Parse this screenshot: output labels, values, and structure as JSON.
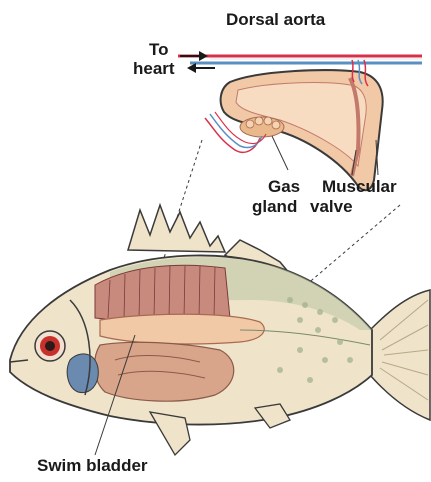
{
  "labels": {
    "dorsal_aorta": "Dorsal aorta",
    "to": "To",
    "heart": "heart",
    "gas": "Gas",
    "gland": "gland",
    "muscular": "Muscular",
    "valve": "valve",
    "swim_bladder": "Swim bladder"
  },
  "colors": {
    "artery": "#d9304a",
    "vein": "#5a8fc4",
    "bladder_fill": "#f1c9a6",
    "bladder_inner": "#c47a6a",
    "fish_body": "#efe3c9",
    "fish_back": "#b9c7a2",
    "muscle": "#c98a7e",
    "gut": "#d9a58a",
    "kidney_dark": "#7a3a3a",
    "eye_red": "#c8302b",
    "gill_blue": "#6b8ab0",
    "outline": "#3a3a3a"
  },
  "icons": [
    "arrow-right-icon",
    "arrow-left-icon"
  ]
}
